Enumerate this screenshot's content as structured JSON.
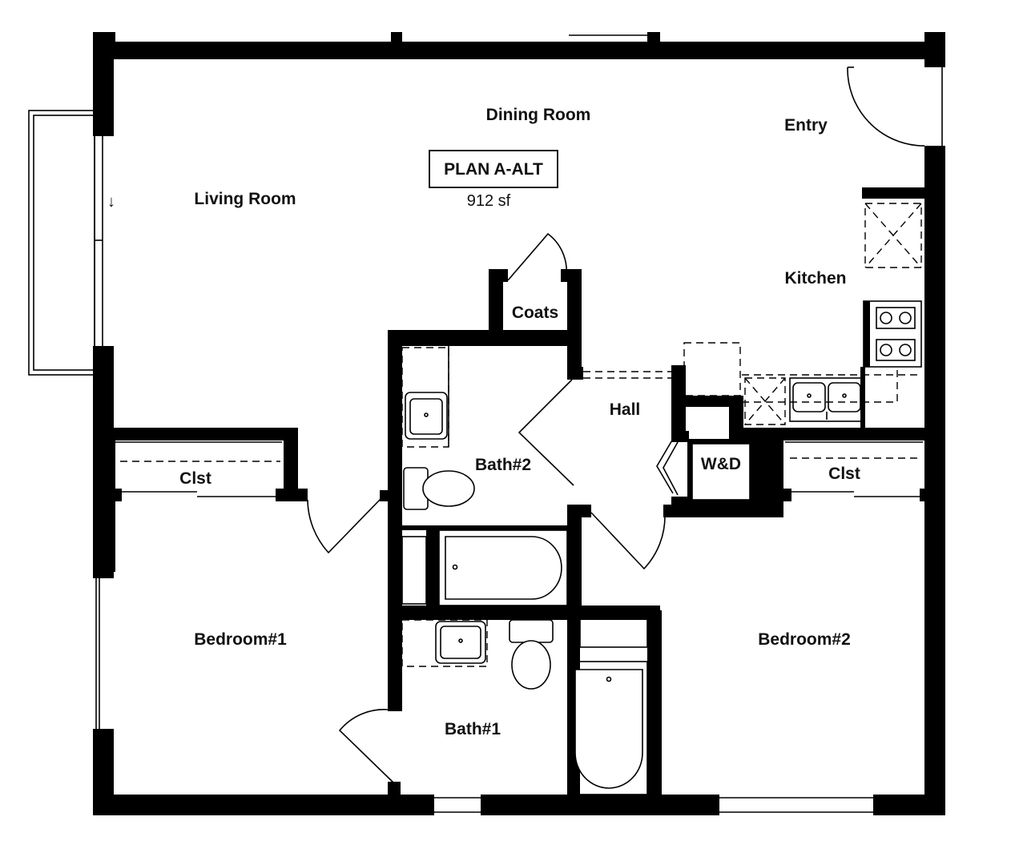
{
  "plan": {
    "name": "PLAN A-ALT",
    "area": "912 sf"
  },
  "rooms": {
    "dining_room": "Dining Room",
    "entry": "Entry",
    "living_room": "Living Room",
    "kitchen": "Kitchen",
    "coats": "Coats",
    "hall": "Hall",
    "bath2": "Bath#2",
    "wd": "W&D",
    "closet1": "Clst",
    "closet2": "Clst",
    "bedroom1": "Bedroom#1",
    "bedroom2": "Bedroom#2",
    "bath1": "Bath#1"
  },
  "symbols": {
    "arrow": "↓"
  },
  "colors": {
    "wall": "#000000",
    "background": "#ffffff"
  }
}
